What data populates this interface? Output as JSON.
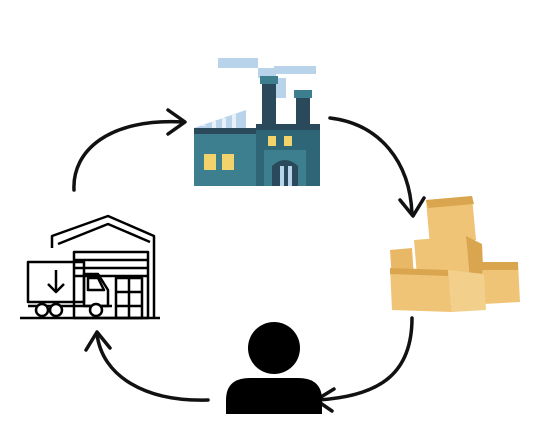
{
  "diagram": {
    "type": "cycle",
    "nodes": [
      {
        "id": "factory",
        "icon": "factory-icon"
      },
      {
        "id": "boxes",
        "icon": "boxes-icon"
      },
      {
        "id": "customer",
        "icon": "person-icon"
      },
      {
        "id": "warehouse",
        "icon": "warehouse-truck-icon"
      }
    ],
    "edges": [
      {
        "from": "factory",
        "to": "boxes"
      },
      {
        "from": "boxes",
        "to": "customer"
      },
      {
        "from": "customer",
        "to": "warehouse"
      },
      {
        "from": "warehouse",
        "to": "factory"
      }
    ],
    "colors": {
      "arrow": "#111111",
      "factory_body": "#3d7f8f",
      "factory_dark": "#2a4a5c",
      "factory_smoke": "#b9d3ea",
      "factory_window": "#f2d36b",
      "box": "#f0c476",
      "box_shade": "#d9a64f",
      "person": "#000000"
    }
  }
}
